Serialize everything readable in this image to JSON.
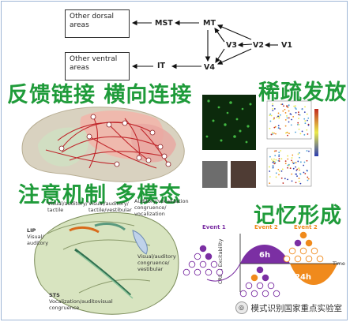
{
  "labels": {
    "feedback_lateral": "反馈链接 横向连接",
    "sparse_firing": "稀疏发放",
    "attention_multimodal": "注意机制 多模态",
    "memory_formation": "记忆形成"
  },
  "pathway": {
    "dorsal_box": "Other dorsal areas",
    "ventral_box": "Other ventral areas",
    "nodes": {
      "mst": "MST",
      "mt": "MT",
      "v3": "V3",
      "v2": "V2",
      "v1": "V1",
      "it": "IT",
      "v4": "V4"
    }
  },
  "brain_annotations": {
    "vip": "Visual/auditory/\ntactile",
    "mip": "Visual/auditory/\ntactile/vestibular",
    "f_area": "Auditory/vocalization\ncongruence/\nvocalization",
    "lip": "LIP",
    "lip_desc": "Visual/\nauditory",
    "mst": "Visual/auditory\ncongruence/\nvestibular",
    "sts": "STS",
    "sts_desc": "Vocalization/auditovisual\ncongruence"
  },
  "memory": {
    "event1": "Event 1",
    "event2a": "Event 2",
    "event2b": "Event 2",
    "time6": "6h",
    "time24": "24h",
    "axis_y": "CREB, Excitability",
    "axis_x": "Time"
  },
  "colors": {
    "green_label": "#1f9b3a",
    "orange": "#f08a1c",
    "purple": "#7b2fa3"
  },
  "watermark": "模式识别国家重点实验室"
}
